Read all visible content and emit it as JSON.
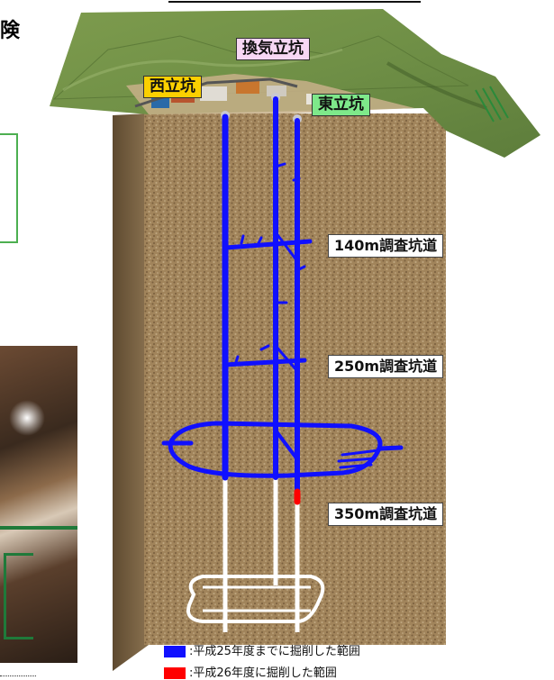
{
  "shafts": {
    "west": {
      "label": "西立坑",
      "bg": "#fbd000"
    },
    "vent": {
      "label": "換気立坑",
      "bg": "#f7d7f4"
    },
    "east": {
      "label": "東立坑",
      "bg": "#7ee98a"
    }
  },
  "tunnels": {
    "t140": "140m調査坑道",
    "t250": "250m調査坑道",
    "t350": "350m調査坑道"
  },
  "legend": [
    {
      "color": "#1010ff",
      "text": ":平成25年度までに掘削した範囲"
    },
    {
      "color": "#ff0000",
      "text": ":平成26年度に掘削した範囲"
    }
  ],
  "left_fragment": {
    "char": "険"
  },
  "colors": {
    "excavated_to_h25": "#1010ff",
    "excavated_h26": "#ff0000",
    "planned": "#ffffff"
  }
}
